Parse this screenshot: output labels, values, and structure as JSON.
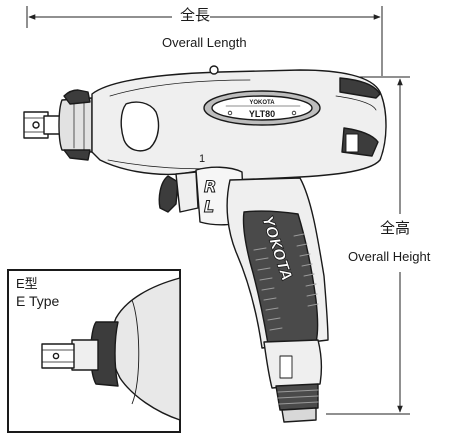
{
  "dimensions": {
    "length_jp": "全長",
    "length_en": "Overall Length",
    "height_jp": "全高",
    "height_en": "Overall Height"
  },
  "tool": {
    "badge_model": "YLT80",
    "badge_brand": "YOKOTA",
    "grip_brand": "YOKOTA",
    "switch_upper": "R",
    "switch_lower": "L",
    "part_number": "1"
  },
  "inset": {
    "label_jp": "E型",
    "label_en": "E Type"
  }
}
